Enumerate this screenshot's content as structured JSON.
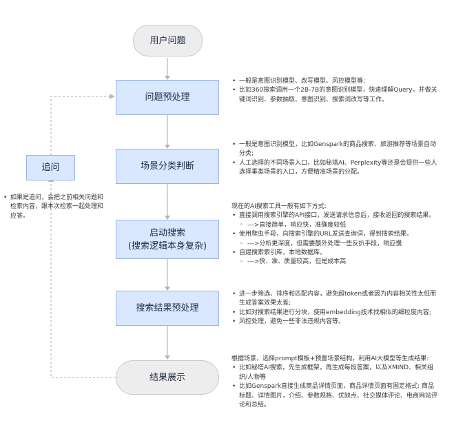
{
  "nodes": {
    "start": "用户问题",
    "preprocess": "问题预处理",
    "scene": "场景分类判断",
    "search_line1": "启动搜索",
    "search_line2": "(搜索逻辑本身复杂)",
    "post": "搜索结果预处理",
    "result": "结果展示",
    "followup": "追问"
  },
  "notes": {
    "preprocess": [
      "一般是意图识别模型、改写模型、风控模型等;",
      "比如360搜索调用一个2B-7B的意图识别模型，快速理解Query，并做关键词识别、参数抽取、意图识别、搜索词改写等工作。"
    ],
    "scene": [
      "一般是意图识别模型，比如Genspark的商品搜索、旅游推荐等场景自动分类;",
      "人工选择的不同场景入口，比如秘塔AI、Perplexity等还是会提供一些人选择垂类场景的入口，方便精准场景的分配。"
    ],
    "search": {
      "intro": "现在的AI搜索工具一般有如下方式:",
      "items": [
        {
          "text": "直接调用搜索引擎的API接口，发送请求信息后，接收返回的搜索结果。",
          "sub": "--->直接简单，响应快，准确度较低"
        },
        {
          "text": "使用爬虫手段，向搜索引擎的URL发送查询词，得到搜索结果。",
          "sub": "--->分析更深度，但需要额外处理一些反扒手段，响应慢"
        },
        {
          "text": "自建搜索索引库，本地数据库。",
          "sub": "--->快、准、质量较高，但是成本高"
        }
      ]
    },
    "post": [
      "进一步筛选、排序和匹配内容，避免超token或者因为内容相关性太低而生成答案效果太差;",
      "比如对搜索结果进行分块，使用embedding技术找相似的细粒度内容;",
      "风控处理，避免一些非法违规内容等。"
    ],
    "result": {
      "intro": "根据场景，选择prompt模板+预置场景结构，利用AI大模型等生成结果:",
      "items": [
        "比如秘塔AI搜索，先生成框架，再生成每段答案，以及XMIND、相关组织/人物等",
        "比如Genspark直接生成商品详情页面，商品详情页面有固定格式: 商品标题、详情图片，介绍、参数规格、优缺点、社交媒体评论、电商网站评论和总结。"
      ]
    },
    "followup": [
      "如果是追问，会把之前相关问题和检索内容，跟本次检索一起处理和应答。"
    ]
  }
}
